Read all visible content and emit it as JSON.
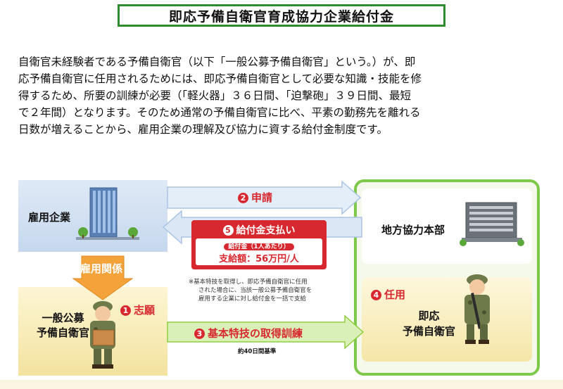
{
  "title": "即応予備自衛官育成協力企業給付金",
  "intro_lines": [
    "自衛官未経験者である予備自衛官（以下「一般公募予備自衛官」という。）が、即",
    "応予備自衛官に任用されるためには、即応予備自衛官として必要な知識・技能を修",
    "得するため、所要の訓練が必要（「軽火器」３６日間、「迫撃砲」３９日間、最短",
    "で２年間）となります。そのため通常の予備自衛官に比べ、平素の勤務先を離れる",
    "日数が増えることから、雇用企業の理解及び協力に資する給付金制度です。"
  ],
  "diagram": {
    "employer": "雇用企業",
    "pcos": "地方協力本部",
    "employment_relation": "雇用関係",
    "reserve_line1": "一般公募",
    "reserve_line2": "予備自衛官",
    "ready_line1": "即応",
    "ready_line2": "予備自衛官",
    "steps": {
      "s1": {
        "num": "1",
        "label": "志願"
      },
      "s2": {
        "num": "2",
        "label": "申請"
      },
      "s3": {
        "num": "3",
        "label": "基本特技の取得訓練"
      },
      "s4": {
        "num": "4",
        "label": "任用"
      },
      "s5": {
        "num": "5",
        "label": "給付金支払い"
      }
    },
    "payment_sub": "給付金（1人あたり）",
    "payment_amount": "支給額：56万円/人",
    "note_lines": [
      "※基本特技を取得し、即応予備自衛官に任用",
      "された場合に、当該一般公募予備自衛官を",
      "雇用する企業に対し給付金を一括で支給"
    ],
    "days": "約40日間基準"
  },
  "colors": {
    "frame_green": "#2e8b2e",
    "accent_red": "#d8282f",
    "arrow_green": "#8fcf3e"
  }
}
